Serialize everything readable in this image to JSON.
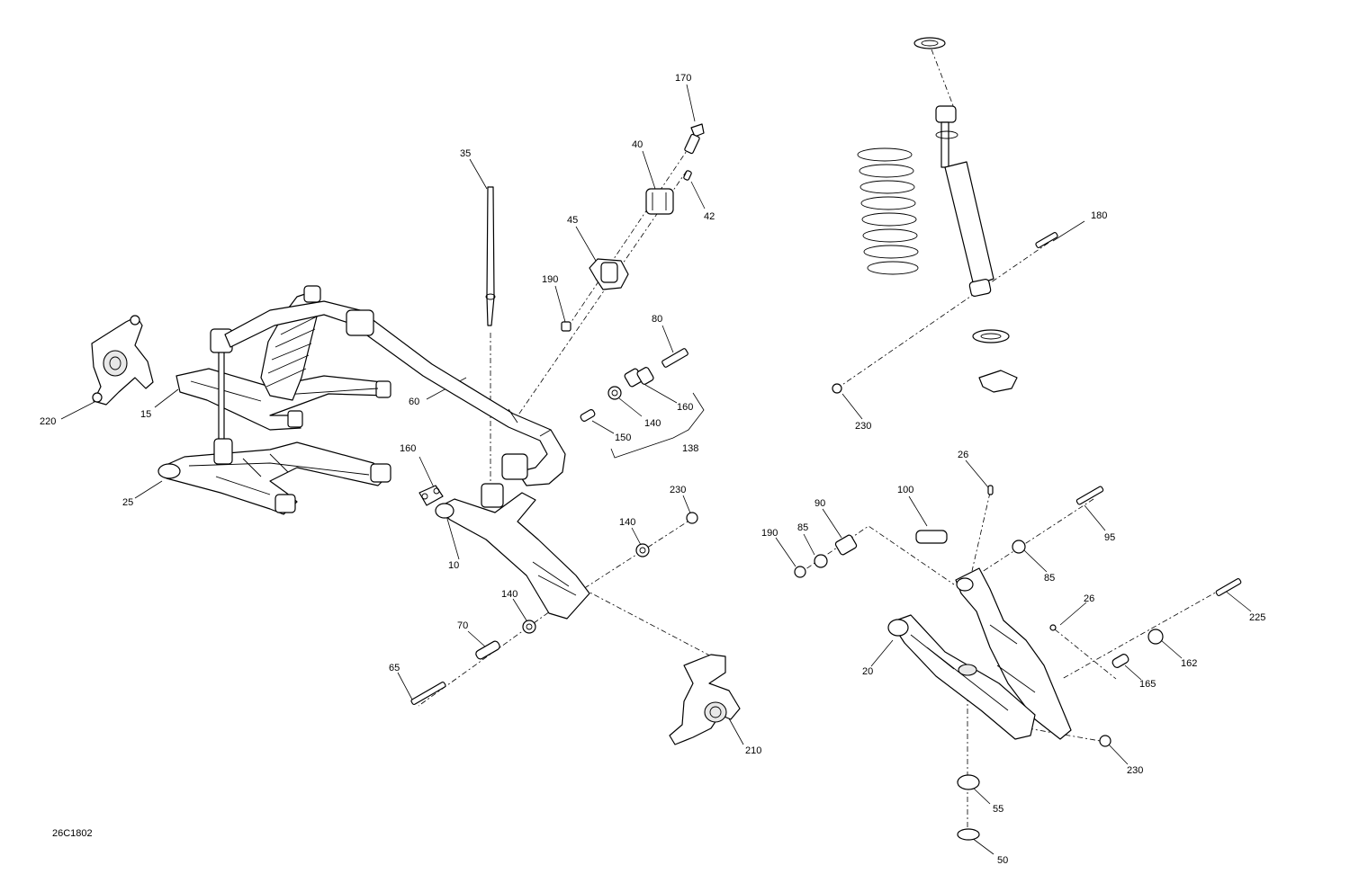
{
  "diagram_id": "26C1802",
  "callouts": [
    {
      "id": "170",
      "label": "170"
    },
    {
      "id": "40",
      "label": "40"
    },
    {
      "id": "42",
      "label": "42"
    },
    {
      "id": "35",
      "label": "35"
    },
    {
      "id": "45",
      "label": "45"
    },
    {
      "id": "190a",
      "label": "190"
    },
    {
      "id": "80",
      "label": "80"
    },
    {
      "id": "160a",
      "label": "160"
    },
    {
      "id": "140a",
      "label": "140"
    },
    {
      "id": "150",
      "label": "150"
    },
    {
      "id": "138",
      "label": "138"
    },
    {
      "id": "60",
      "label": "60"
    },
    {
      "id": "220",
      "label": "220"
    },
    {
      "id": "15",
      "label": "15"
    },
    {
      "id": "25",
      "label": "25"
    },
    {
      "id": "160b",
      "label": "160"
    },
    {
      "id": "10",
      "label": "10"
    },
    {
      "id": "230a",
      "label": "230"
    },
    {
      "id": "140b",
      "label": "140"
    },
    {
      "id": "140c",
      "label": "140"
    },
    {
      "id": "70",
      "label": "70"
    },
    {
      "id": "65",
      "label": "65"
    },
    {
      "id": "210",
      "label": "210"
    },
    {
      "id": "180",
      "label": "180"
    },
    {
      "id": "230b",
      "label": "230"
    },
    {
      "id": "26a",
      "label": "26"
    },
    {
      "id": "100",
      "label": "100"
    },
    {
      "id": "90",
      "label": "90"
    },
    {
      "id": "190b",
      "label": "190"
    },
    {
      "id": "85a",
      "label": "85"
    },
    {
      "id": "95",
      "label": "95"
    },
    {
      "id": "85b",
      "label": "85"
    },
    {
      "id": "26b",
      "label": "26"
    },
    {
      "id": "225",
      "label": "225"
    },
    {
      "id": "20",
      "label": "20"
    },
    {
      "id": "162",
      "label": "162"
    },
    {
      "id": "165",
      "label": "165"
    },
    {
      "id": "230c",
      "label": "230"
    },
    {
      "id": "55",
      "label": "55"
    },
    {
      "id": "50",
      "label": "50"
    }
  ]
}
